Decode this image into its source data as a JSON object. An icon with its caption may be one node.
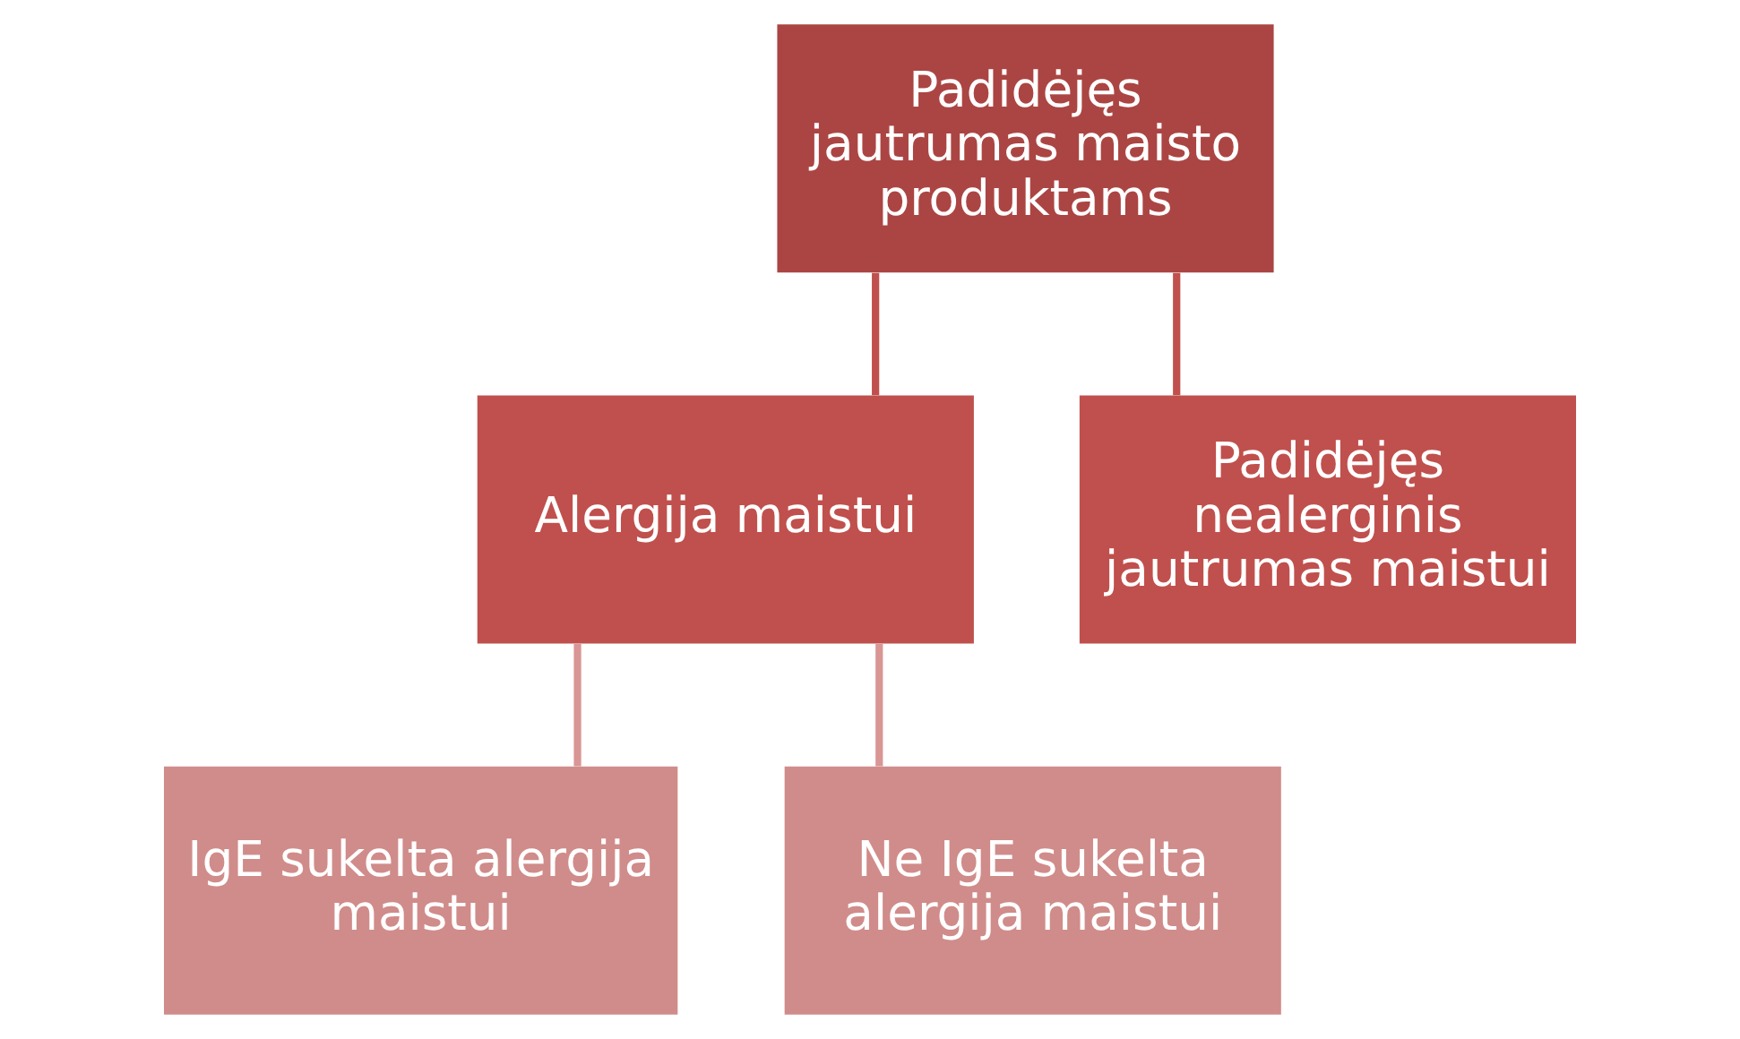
{
  "diagram": {
    "nodes": [
      {
        "text": [
          "Padidėjęs jautrumas maisto produktams"
        ]
      },
      {
        "text": [
          "Alergija maistui"
        ]
      },
      {
        "text": [
          "Padidėjęs nealerginis jautrumas maistui"
        ]
      },
      {
        "text": [
          "IgE sukelta alergija maistui"
        ]
      },
      {
        "text": [
          "Ne IgE sukelta alergija maistui"
        ]
      }
    ],
    "edges": [
      {
        "from": 0,
        "to": 1,
        "arrow": "none",
        "color": "#c0504d"
      },
      {
        "from": 0,
        "to": 2,
        "arrow": "none",
        "color": "#c0504d"
      },
      {
        "from": 1,
        "to": 3,
        "arrow": "none",
        "color": "#d99694"
      },
      {
        "from": 1,
        "to": 4,
        "arrow": "none",
        "color": "#d99694"
      }
    ]
  }
}
